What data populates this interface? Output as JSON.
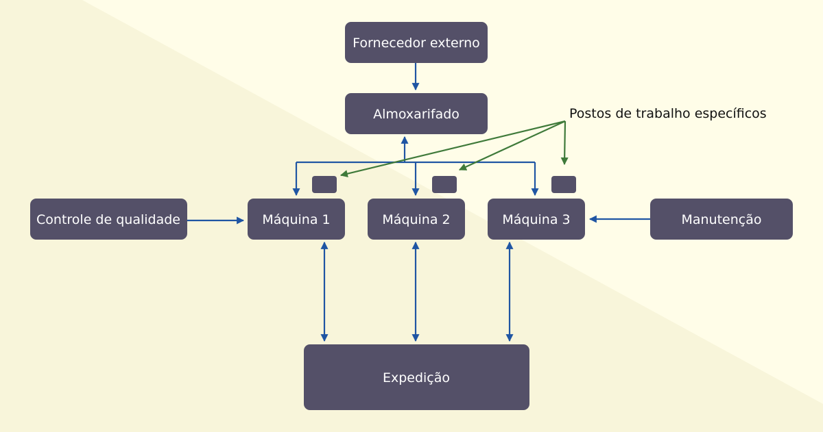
{
  "diagram": {
    "nodes": {
      "fornecedor": "Fornecedor externo",
      "almoxarifado": "Almoxarifado",
      "controle": "Controle de qualidade",
      "maquina1": "Máquina 1",
      "maquina2": "Máquina 2",
      "maquina3": "Máquina 3",
      "manutencao": "Manutenção",
      "expedicao": "Expedição"
    },
    "callout": "Postos de trabalho específicos"
  },
  "colors": {
    "background_light": "#fffde8",
    "background_dark": "#f8f5da",
    "node_fill": "#545068",
    "node_text": "#ffffff",
    "flow_arrow": "#1f55a3",
    "callout_arrow": "#3f7a3a"
  }
}
